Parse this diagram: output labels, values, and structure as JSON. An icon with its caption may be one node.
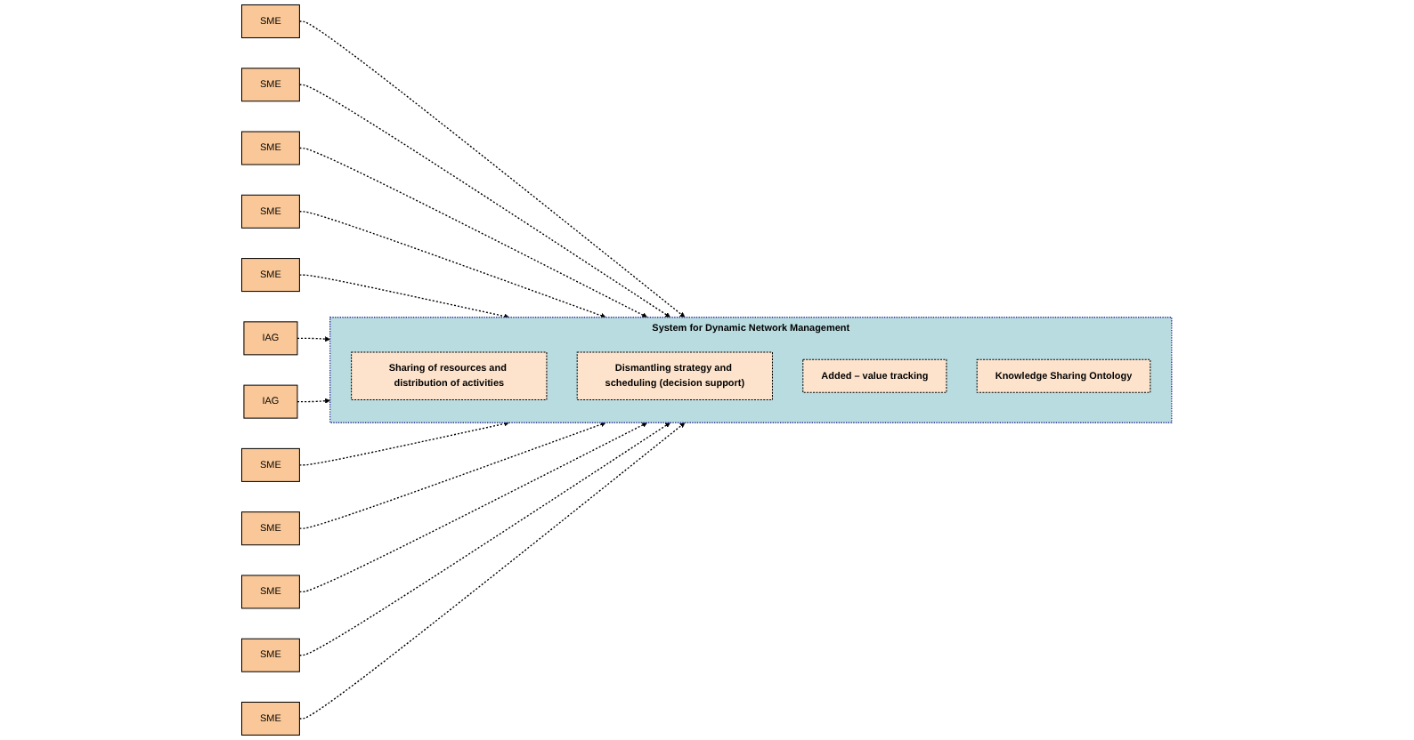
{
  "diagram": {
    "nodes": [
      {
        "text": [
          "System for Dynamic Network Management"
        ]
      },
      {
        "text": [
          "Sharing of resources and distribution of activities"
        ],
        "in": 0
      },
      {
        "text": [
          "Dismantling strategy and scheduling (decision support)"
        ],
        "in": 0
      },
      {
        "text": [
          "Added – value tracking"
        ],
        "in": 0
      },
      {
        "text": [
          "Knowledge Sharing Ontology"
        ],
        "in": 0
      },
      {
        "text": [
          "SME"
        ]
      },
      {
        "text": [
          "SME"
        ]
      },
      {
        "text": [
          "SME"
        ]
      },
      {
        "text": [
          "SME"
        ]
      },
      {
        "text": [
          "SME"
        ]
      },
      {
        "text": [
          "IAG"
        ]
      },
      {
        "text": [
          "IAG"
        ]
      },
      {
        "text": [
          "SME"
        ]
      },
      {
        "text": [
          "SME"
        ]
      },
      {
        "text": [
          "SME"
        ]
      },
      {
        "text": [
          "SME"
        ]
      },
      {
        "text": [
          "SME"
        ]
      }
    ],
    "edges": [
      {
        "from": 5,
        "to": 0,
        "arrow": "to",
        "style": "dashed"
      },
      {
        "from": 6,
        "to": 0,
        "arrow": "to",
        "style": "dashed"
      },
      {
        "from": 7,
        "to": 0,
        "arrow": "to",
        "style": "dashed"
      },
      {
        "from": 8,
        "to": 0,
        "arrow": "to",
        "style": "dashed"
      },
      {
        "from": 9,
        "to": 0,
        "arrow": "to",
        "style": "dashed"
      },
      {
        "from": 10,
        "to": 0,
        "arrow": "to",
        "style": "dashed"
      },
      {
        "from": 11,
        "to": 0,
        "arrow": "to",
        "style": "dashed"
      },
      {
        "from": 12,
        "to": 0,
        "arrow": "to",
        "style": "dashed"
      },
      {
        "from": 13,
        "to": 0,
        "arrow": "to",
        "style": "dashed"
      },
      {
        "from": 14,
        "to": 0,
        "arrow": "to",
        "style": "dashed"
      },
      {
        "from": 15,
        "to": 0,
        "arrow": "to",
        "style": "dashed"
      },
      {
        "from": 16,
        "to": 0,
        "arrow": "to",
        "style": "dashed"
      }
    ]
  }
}
